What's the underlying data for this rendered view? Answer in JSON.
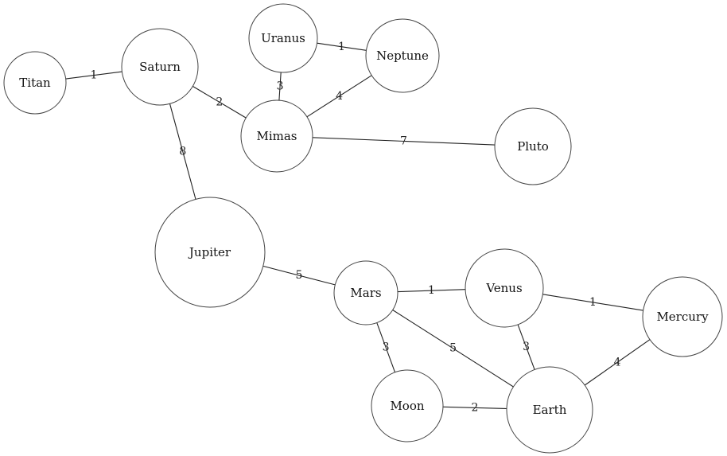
{
  "diagram": {
    "nodes": [
      {
        "id": "titan",
        "label": "Titan"
      },
      {
        "id": "saturn",
        "label": "Saturn"
      },
      {
        "id": "uranus",
        "label": "Uranus"
      },
      {
        "id": "neptune",
        "label": "Neptune"
      },
      {
        "id": "mimas",
        "label": "Mimas"
      },
      {
        "id": "pluto",
        "label": "Pluto"
      },
      {
        "id": "jupiter",
        "label": "Jupiter"
      },
      {
        "id": "mars",
        "label": "Mars"
      },
      {
        "id": "venus",
        "label": "Venus"
      },
      {
        "id": "mercury",
        "label": "Mercury"
      },
      {
        "id": "moon",
        "label": "Moon"
      },
      {
        "id": "earth",
        "label": "Earth"
      }
    ],
    "edges": [
      {
        "from": "titan",
        "to": "saturn",
        "weight": "1"
      },
      {
        "from": "saturn",
        "to": "mimas",
        "weight": "2"
      },
      {
        "from": "saturn",
        "to": "jupiter",
        "weight": "8"
      },
      {
        "from": "uranus",
        "to": "neptune",
        "weight": "1"
      },
      {
        "from": "uranus",
        "to": "mimas",
        "weight": "3"
      },
      {
        "from": "neptune",
        "to": "mimas",
        "weight": "4"
      },
      {
        "from": "mimas",
        "to": "pluto",
        "weight": "7"
      },
      {
        "from": "jupiter",
        "to": "mars",
        "weight": "5"
      },
      {
        "from": "mars",
        "to": "venus",
        "weight": "1"
      },
      {
        "from": "mars",
        "to": "moon",
        "weight": "3"
      },
      {
        "from": "mars",
        "to": "earth",
        "weight": "5"
      },
      {
        "from": "venus",
        "to": "mercury",
        "weight": "1"
      },
      {
        "from": "venus",
        "to": "earth",
        "weight": "3"
      },
      {
        "from": "mercury",
        "to": "earth",
        "weight": "4"
      },
      {
        "from": "moon",
        "to": "earth",
        "weight": "2"
      }
    ]
  }
}
